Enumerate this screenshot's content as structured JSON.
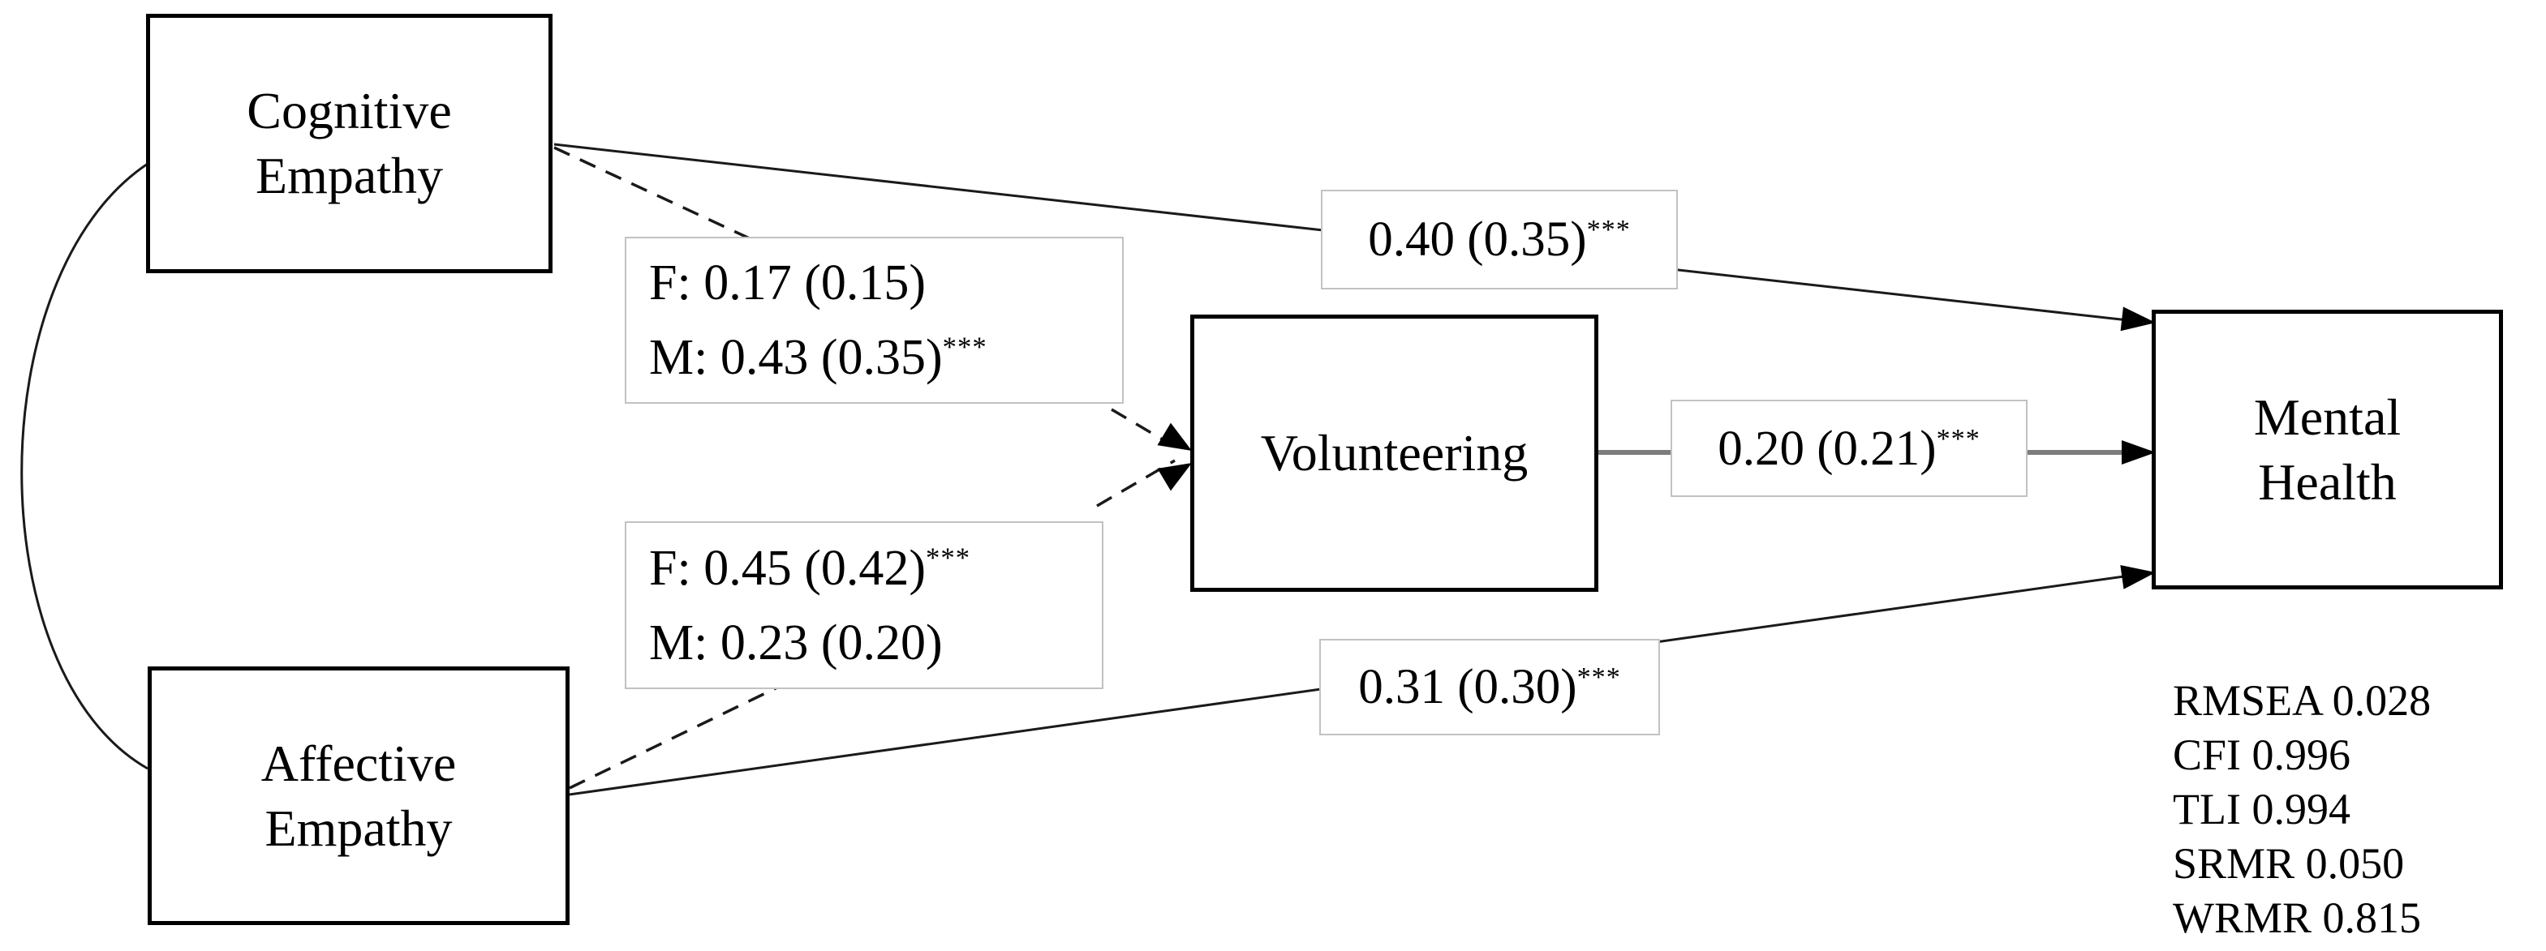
{
  "figure": {
    "type": "sem-path-diagram",
    "nodes": {
      "cognitive_empathy": {
        "line1": "Cognitive",
        "line2": "Empathy"
      },
      "affective_empathy": {
        "line1": "Affective",
        "line2": "Empathy"
      },
      "volunteering": {
        "label": "Volunteering"
      },
      "mental_health": {
        "line1": "Mental",
        "line2": "Health"
      }
    },
    "path_labels": {
      "cognitive_to_mental": {
        "coef": "0.40 (0.35)",
        "sig": "***"
      },
      "volunteering_to_mental": {
        "coef": "0.20 (0.21)",
        "sig": "***"
      },
      "affective_to_mental": {
        "coef": "0.31 (0.30)",
        "sig": "***"
      },
      "cognitive_to_volunteering": {
        "female": "F: 0.17 (0.15)",
        "female_sig": "",
        "male": "M: 0.43 (0.35)",
        "male_sig": "***"
      },
      "affective_to_volunteering": {
        "female": "F: 0.45 (0.42)",
        "female_sig": "***",
        "male": "M: 0.23 (0.20)",
        "male_sig": ""
      }
    },
    "fit_statistics": [
      "RMSEA 0.028",
      "CFI 0.996",
      "TLI 0.994",
      "SRMR 0.050",
      "WRMR 0.815"
    ],
    "colors": {
      "background": "#ffffff",
      "node_border": "#000000",
      "text": "#000000",
      "path_line": "#1a1a1a",
      "gray_line": "#7d7d7d",
      "label_box_border": "#c2c2c2"
    }
  }
}
